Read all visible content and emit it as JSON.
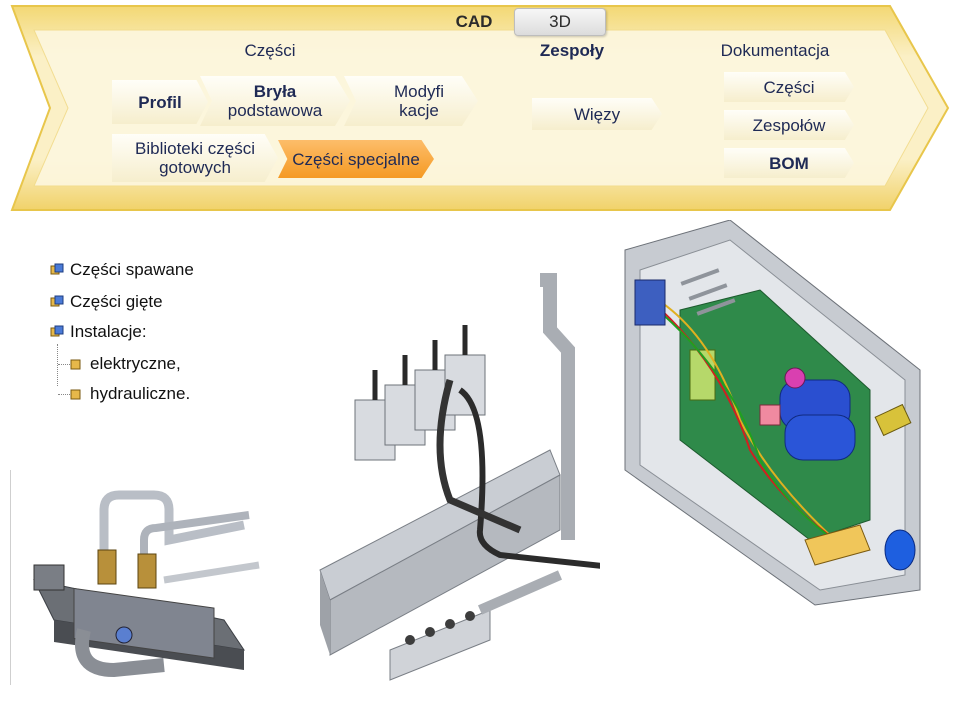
{
  "header": {
    "cad_label": "CAD",
    "tab_3d_label": "3D"
  },
  "sections": {
    "czesci": "Części",
    "zespoly": "Zespoły",
    "dokumentacja": "Dokumentacja"
  },
  "parts_boxes": {
    "profil": "Profil",
    "bryla_line1": "Bryła",
    "bryla_line2": "podstawowa",
    "modyfikacje_line1": "Modyfi",
    "modyfikacje_line2": "kacje",
    "biblioteki_line1": "Biblioteki części",
    "biblioteki_line2": "gotowych",
    "specjalne": "Części specjalne"
  },
  "assemblies_boxes": {
    "wiezy": "Więzy"
  },
  "documentation_boxes": {
    "czesci": "Części",
    "zespolow": "Zespołów",
    "bom": "BOM"
  },
  "bullet_list": {
    "items": [
      "Części spawane",
      "Części gięte",
      "Instalacje:"
    ],
    "subitems": [
      "elektryczne,",
      "hydrauliczne."
    ]
  },
  "colors": {
    "arrow_fill": "#f7e7a4",
    "arrow_border": "#e9c84f",
    "orange_box": "#f7a239",
    "text_dark": "#1f2a55"
  }
}
